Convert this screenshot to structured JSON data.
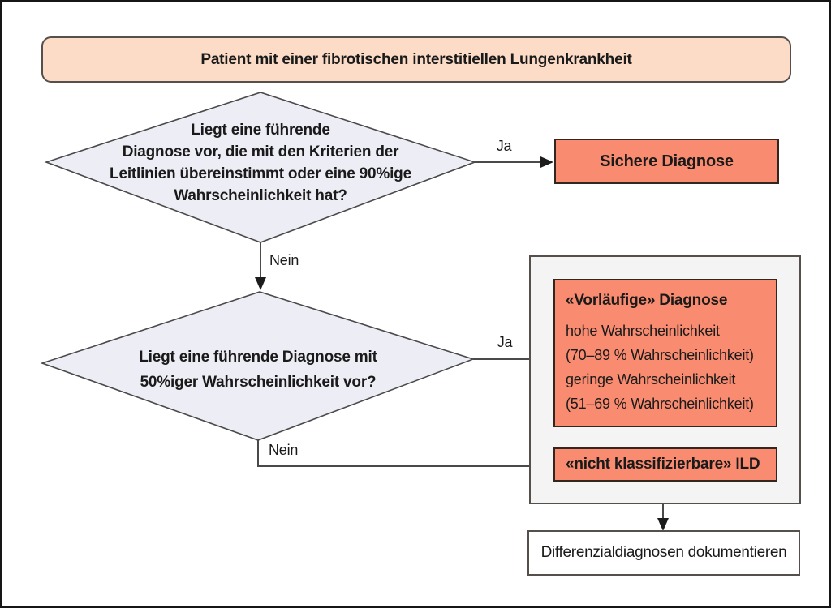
{
  "flowchart": {
    "title_node": "Patient mit einer fibrotischen interstitiellen Lungenkrankheit",
    "decision1": "Liegt eine führende\nDiagnose vor, die mit den Kriterien der\nLeitlinien übereinstimmt oder eine 90%ige\nWahrscheinlichkeit hat?",
    "decision2": "Liegt eine führende Diagnose mit\n50%iger Wahrscheinlichkeit vor?",
    "labels": {
      "yes1": "Ja",
      "no1": "Nein",
      "yes2": "Ja",
      "no2": "Nein"
    },
    "outcome_certain": "Sichere Diagnose",
    "provisional_title": "«Vorläufige» Diagnose",
    "provisional_body": "hohe Wahrscheinlichkeit\n(70–89 % Wahrscheinlichkeit)\ngeringe Wahrscheinlichkeit\n(51–69 % Wahrscheinlichkeit)",
    "unclassifiable": "«nicht klassifizierbare» ILD",
    "document_note": "Differenzialdiagnosen dokumentieren",
    "colors": {
      "salmon": "#f98c70",
      "peach": "#fcdcc6",
      "diamond": "#ededf5",
      "panel": "#f4f4f4",
      "line": "#4a4a4a",
      "arrow": "#1c1c1c",
      "text": "#1a1a1a",
      "border_dark": "#33261f",
      "border_gray": "#55504b"
    }
  }
}
